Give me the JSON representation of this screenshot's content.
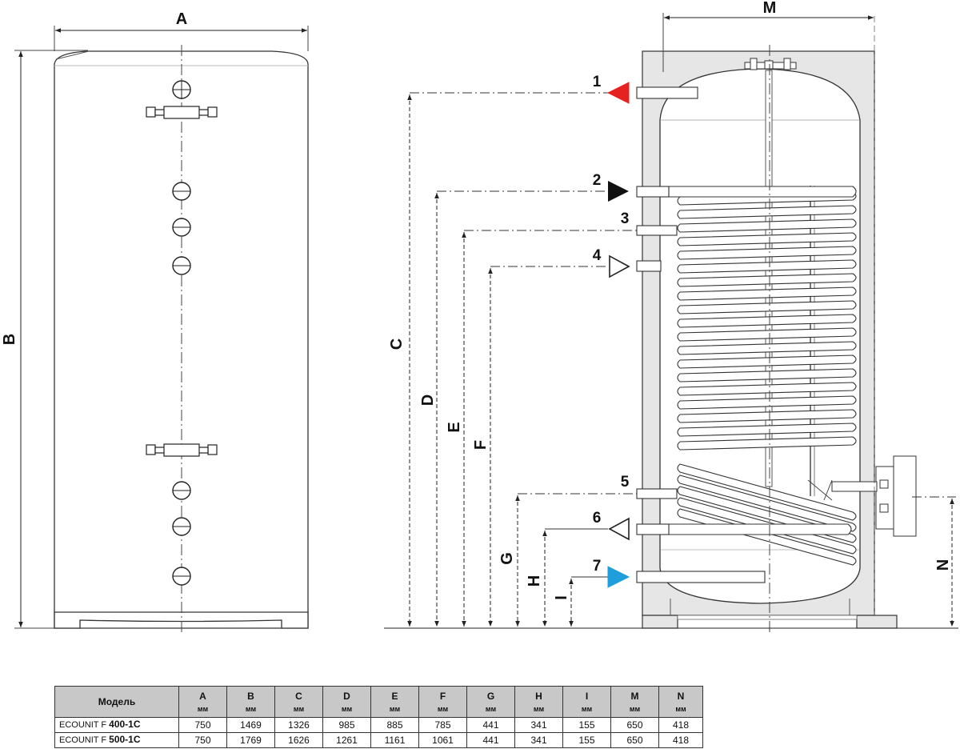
{
  "front_view": {
    "dim_labels": {
      "width": "A",
      "height": "B"
    }
  },
  "section_view": {
    "dim_labels": {
      "width": "M",
      "c": "C",
      "d": "D",
      "e": "E",
      "f": "F",
      "g": "G",
      "h": "H",
      "i": "I",
      "n": "N"
    },
    "connections": [
      "1",
      "2",
      "3",
      "4",
      "5",
      "6",
      "7"
    ],
    "colors": {
      "hot_outlet": "#e52320",
      "cold_inlet": "#1e9fdc",
      "coil_in": "#111111"
    }
  },
  "table": {
    "model_header": "Модель",
    "unit": "мм",
    "columns": [
      "A",
      "B",
      "C",
      "D",
      "E",
      "F",
      "G",
      "H",
      "I",
      "M",
      "N"
    ],
    "rows": [
      {
        "model_prefix": "ECOUNIT F ",
        "model_bold": "400-1C",
        "values": [
          "750",
          "1469",
          "1326",
          "985",
          "885",
          "785",
          "441",
          "341",
          "155",
          "650",
          "418"
        ]
      },
      {
        "model_prefix": "ECOUNIT F ",
        "model_bold": "500-1C",
        "values": [
          "750",
          "1769",
          "1626",
          "1261",
          "1161",
          "1061",
          "441",
          "341",
          "155",
          "650",
          "418"
        ]
      }
    ]
  }
}
